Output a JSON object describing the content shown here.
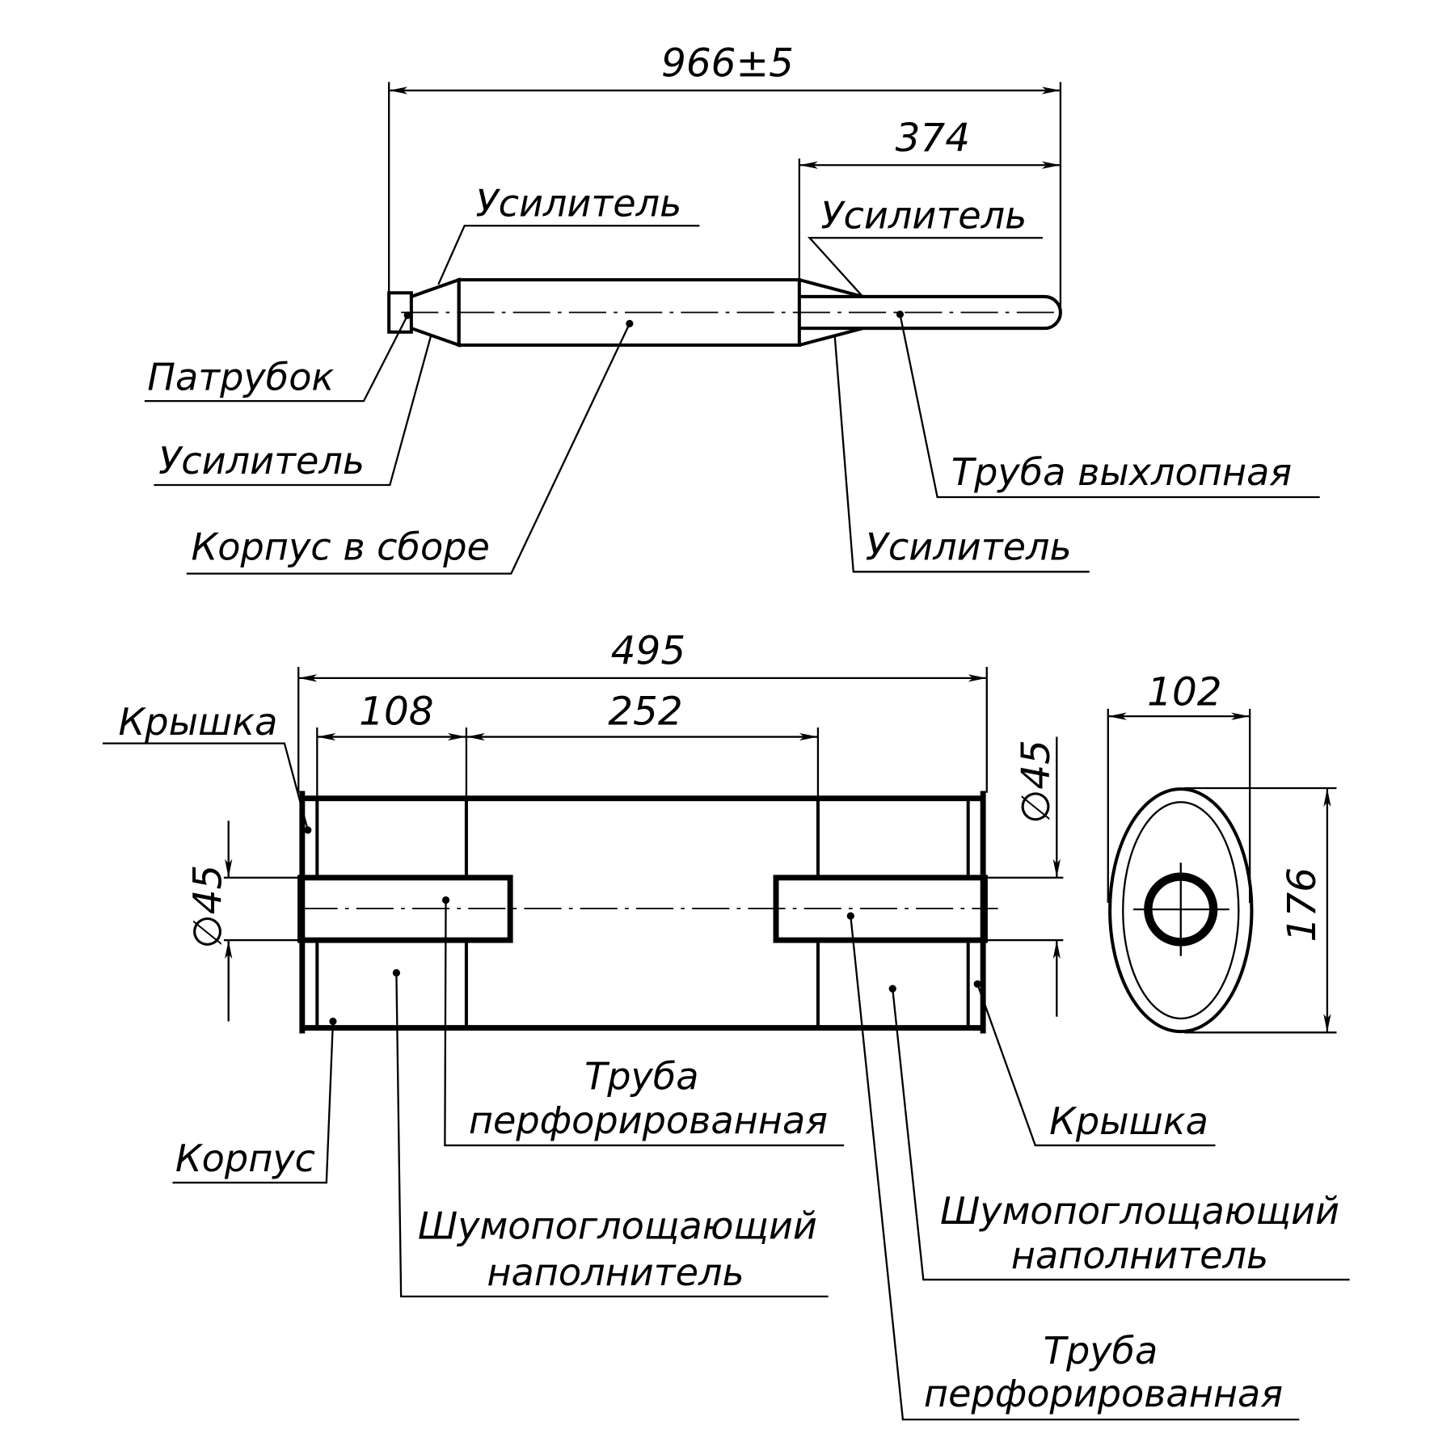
{
  "top_view": {
    "dim_overall": "966±5",
    "dim_tail": "374",
    "labels": {
      "reinforcer_top_left": "Усилитель",
      "reinforcer_top_right": "Усилитель",
      "inlet_pipe": "Патрубок",
      "reinforcer_left": "Усилитель",
      "body_assembly": "Корпус в сборе",
      "exhaust_pipe": "Труба выхлопная",
      "reinforcer_bottom_right": "Усилитель"
    }
  },
  "section_view": {
    "dim_length": "495",
    "dim_chamber": "108",
    "dim_middle": "252",
    "dim_diam_left": "∅45",
    "dim_diam_right": "∅45",
    "labels": {
      "cap_left": "Крышка",
      "housing": "Корпус",
      "perf_pipe_left_1": "Труба",
      "perf_pipe_left_2": "перфорированная",
      "filler_left_1": "Шумопоглощающий",
      "filler_left_2": "наполнитель",
      "cap_right": "Крышка",
      "filler_right_1": "Шумопоглощающий",
      "filler_right_2": "наполнитель",
      "perf_pipe_right_1": "Труба",
      "perf_pipe_right_2": "перфорированная"
    }
  },
  "end_view": {
    "dim_width": "102",
    "dim_height": "176"
  }
}
